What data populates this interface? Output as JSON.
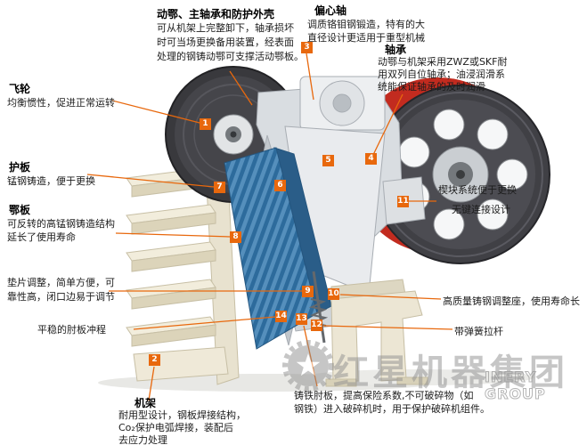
{
  "colors": {
    "accent_orange": "#e8680d",
    "watermark_gray": "#8f8f8f",
    "flywheel_dark": "#404045",
    "red_wheel": "#c22b1f",
    "jaw_blue": "#2d6b9c",
    "cream": "#efe9d8"
  },
  "annotations": {
    "movable_jaw": {
      "title": "动鄂、主轴承和防护外壳",
      "lines": [
        "可从机架上完整卸下，轴承损坏",
        "时可当场更换备用装置，经表面",
        "处理的钢铸动鄂可支撑活动鄂板。"
      ]
    },
    "eccentric_shaft": {
      "title": "偏心轴",
      "lines": [
        "调质铬钼钢锻造，特有的大",
        "直径设计更适用于重型机械"
      ]
    },
    "bearing": {
      "title": "轴承",
      "lines": [
        "动鄂与机架采用ZWZ或SKF耐",
        "用双列自位轴承；油浸润滑系",
        "统能保证轴承的及时润滑"
      ]
    },
    "flywheel": {
      "title": "飞轮",
      "lines": [
        "均衡惯性，促进正常运转"
      ]
    },
    "guard_plate": {
      "title": "护板",
      "lines": [
        "锰钢铸造，便于更换"
      ]
    },
    "jaw_plate": {
      "title": "鄂板",
      "lines": [
        "可反转的高锰钢铸造结构",
        "延长了使用寿命"
      ]
    },
    "shim_adjustment": {
      "lines": [
        "垫片调整，简单方便，可",
        "靠性高，闭口边易于调节"
      ]
    },
    "toggle_stroke": {
      "lines": [
        "平稳的肘板冲程"
      ]
    },
    "frame": {
      "title": "机架",
      "lines": [
        "耐用型设计，钢板焊接结构，",
        "Co₂保护电弧焊接，装配后",
        "去应力处理"
      ]
    },
    "toggle_plate": {
      "lines": [
        "铸铁肘板，提高保险系数,不可破碎物（如",
        "钢铁）进入破碎机时，用于保护破碎机组件。"
      ]
    },
    "wedge_system": {
      "lines": [
        "楔块系统便于更换",
        "无键连接设计"
      ]
    },
    "adjusting_seat": {
      "lines": [
        "高质量铸钢调整座，使用寿命长"
      ]
    },
    "spring_rod": {
      "lines": [
        "带弹簧拉杆"
      ]
    }
  },
  "markers": [
    {
      "n": "1"
    },
    {
      "n": "2"
    },
    {
      "n": "3"
    },
    {
      "n": "4"
    },
    {
      "n": "5"
    },
    {
      "n": "6"
    },
    {
      "n": "7"
    },
    {
      "n": "8"
    },
    {
      "n": "9"
    },
    {
      "n": "10"
    },
    {
      "n": "11"
    },
    {
      "n": "12"
    },
    {
      "n": "13"
    },
    {
      "n": "14"
    }
  ],
  "watermark": {
    "text": "红星机器集团",
    "subtext": "INERY GROUP"
  }
}
